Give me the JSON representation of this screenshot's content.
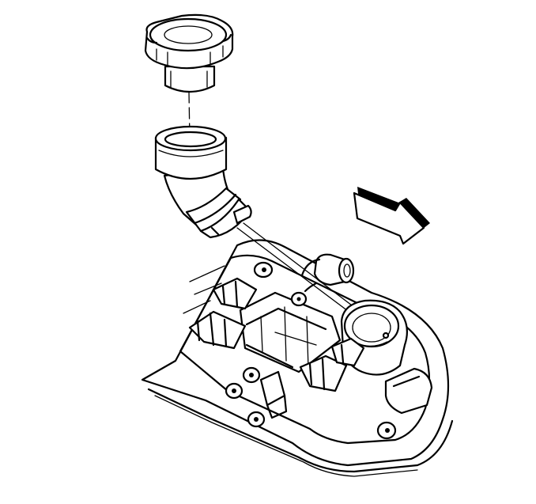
{
  "figure": {
    "colors": {
      "ink": "#000000",
      "paper": "#ffffff",
      "arrow_shade": "#000000"
    },
    "parts": [
      {
        "id": "oil-fill-cap",
        "icon": "oil-fill-cap-drawing"
      },
      {
        "id": "oil-fill-tube",
        "icon": "elbow-fill-tube-drawing"
      },
      {
        "id": "valve-rocker-cover",
        "icon": "valve-cover-drawing"
      }
    ],
    "direction_arrow": {
      "icon": "front-of-vehicle-arrow"
    }
  }
}
